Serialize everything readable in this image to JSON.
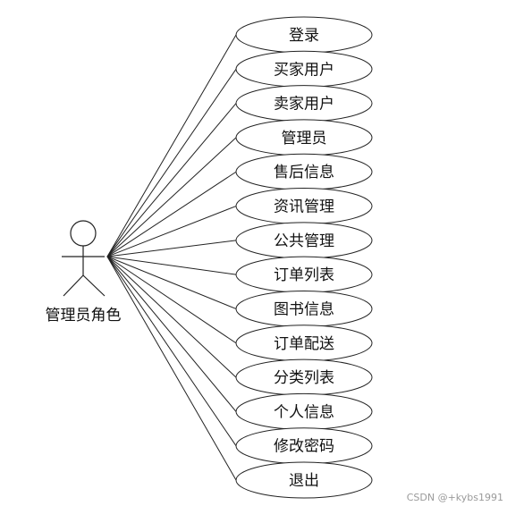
{
  "actor": {
    "label": "管理员角色"
  },
  "use_cases": [
    {
      "label": "登录"
    },
    {
      "label": "买家用户"
    },
    {
      "label": "卖家用户"
    },
    {
      "label": "管理员"
    },
    {
      "label": "售后信息"
    },
    {
      "label": "资讯管理"
    },
    {
      "label": "公共管理"
    },
    {
      "label": "订单列表"
    },
    {
      "label": "图书信息"
    },
    {
      "label": "订单配送"
    },
    {
      "label": "分类列表"
    },
    {
      "label": "个人信息"
    },
    {
      "label": "修改密码"
    },
    {
      "label": "退出"
    }
  ],
  "watermark": "CSDN @+kybs1991",
  "colors": {
    "stroke": "#222222",
    "ellipse_fill": "#ffffff",
    "text": "#111111",
    "watermark": "#9a9a9a"
  }
}
